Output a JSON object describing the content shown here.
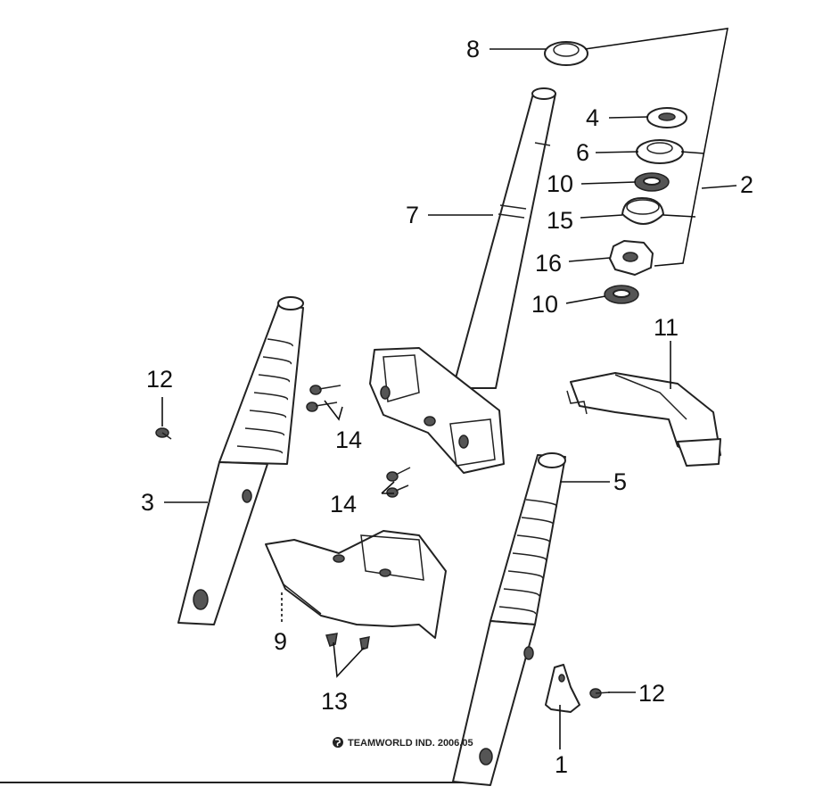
{
  "callouts": {
    "c1": "1",
    "c2": "2",
    "c3": "3",
    "c4": "4",
    "c5": "5",
    "c6": "6",
    "c7": "7",
    "c8": "8",
    "c9": "9",
    "c10a": "10",
    "c10b": "10",
    "c11": "11",
    "c12a": "12",
    "c12b": "12",
    "c13": "13",
    "c14a": "14",
    "c14b": "14",
    "c15": "15",
    "c16": "16"
  },
  "footer": {
    "text": "TEAMWORLD IND. 2006.05"
  }
}
